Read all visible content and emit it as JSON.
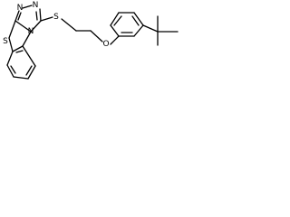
{
  "structure": {
    "atom_labels": {
      "n1": "N",
      "n2": "N",
      "n_ring": "N",
      "s_thiazole": "S",
      "s_thioether": "S",
      "o_ether": "O"
    }
  },
  "colors": {
    "bond": "#000000",
    "background": "#ffffff"
  }
}
